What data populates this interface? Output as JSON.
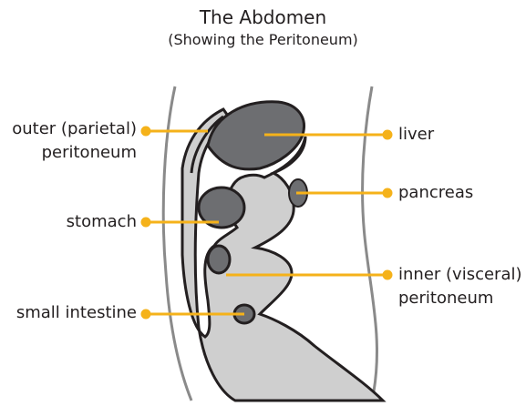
{
  "title": "The Abdomen",
  "subtitle": "(Showing the Peritoneum)",
  "colors": {
    "leader": "#f5b21a",
    "tissue": "#cfcfcf",
    "organ": "#6d6e71",
    "outline": "#231f20",
    "body_wall": "#8a8a8a"
  },
  "labels": {
    "outer_line1": "outer (parietal)",
    "outer_line2": "peritoneum",
    "stomach": "stomach",
    "small_intestine": "small intestine",
    "liver": "liver",
    "pancreas": "pancreas",
    "inner_line1": "inner (visceral)",
    "inner_line2": "peritoneum"
  }
}
